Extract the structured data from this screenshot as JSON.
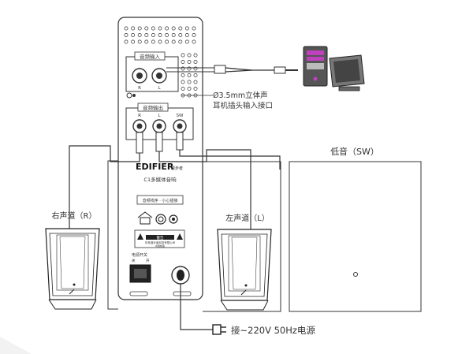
{
  "labels": {
    "input_section": "音频输入",
    "input_r": "R",
    "input_l": "L",
    "jack_desc_line1": "Ø3.5mm立体声",
    "jack_desc_line2": "耳机插头输入接口",
    "output_section": "音频输出",
    "output_r": "R",
    "output_l": "L",
    "output_sw": "SW",
    "brand": "EDIFIER",
    "brand_cn": "漫步者",
    "model": "C1多媒体音响",
    "info_box": "音频线序 · 小心插接",
    "warning_line1": "警告",
    "warning_line2": "东莞漫步者科技有限公司",
    "warning_line3": "中国制造",
    "power_switch": "电源开关",
    "switch_off": "关",
    "switch_on": "开",
    "right_speaker": "右声道（R）",
    "left_speaker": "左声道（L）",
    "subwoofer": "低音（SW）",
    "power_source": "接~220V 50Hz电源"
  },
  "colors": {
    "line": "#333333",
    "computer_accent": "#c040c0",
    "computer_screen": "#444444"
  },
  "icons": [
    "home-icon",
    "cccf-mark-icon",
    "power-plug-icon",
    "computer-tower-icon",
    "monitor-icon"
  ]
}
